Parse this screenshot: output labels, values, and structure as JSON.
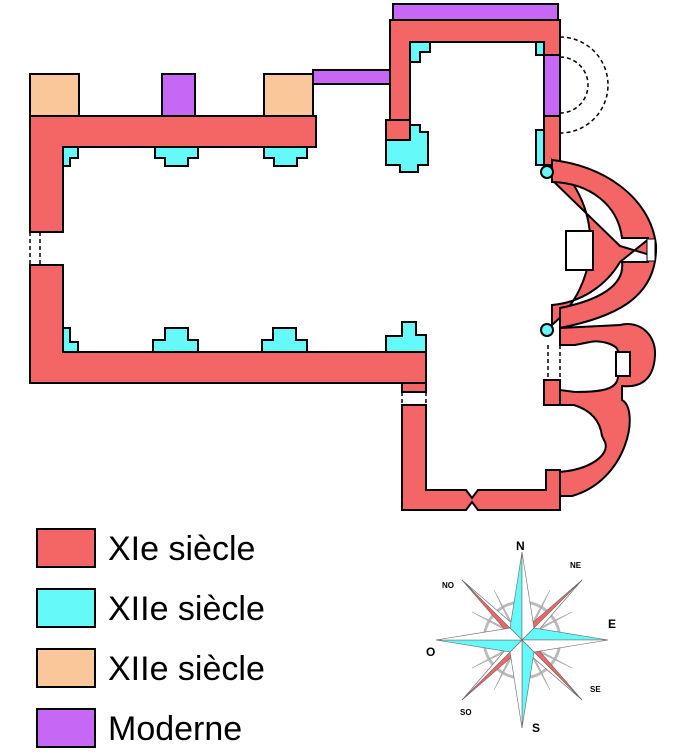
{
  "colors": {
    "xie": "#f46666",
    "xiie": "#66f9f9",
    "xiie_light": "#fac79b",
    "moderne": "#c667f5",
    "outline": "#000000",
    "background": "#ffffff"
  },
  "legend": [
    {
      "label": "XIe siècle",
      "color": "#f46666"
    },
    {
      "label": "XIIe siècle",
      "color": "#66f9f9"
    },
    {
      "label": "XIIe siècle",
      "color": "#fac79b"
    },
    {
      "label": "Moderne",
      "color": "#c667f5"
    }
  ],
  "compass": {
    "n": "N",
    "ne": "NE",
    "e": "E",
    "se": "SE",
    "s": "S",
    "so": "SO",
    "o": "O",
    "no": "NO"
  }
}
